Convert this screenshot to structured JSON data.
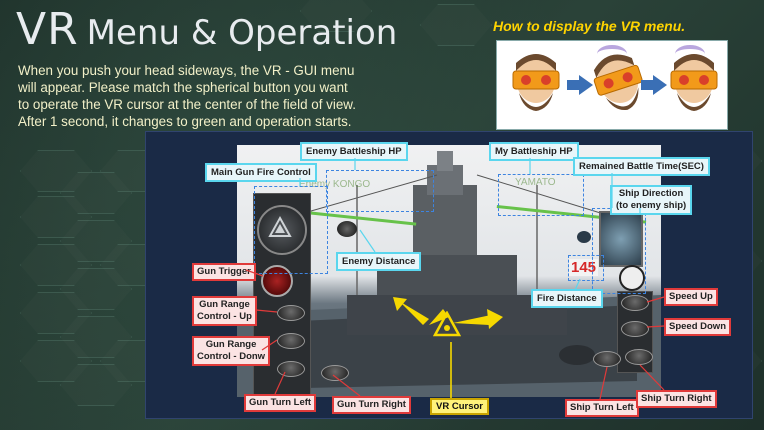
{
  "title": {
    "vr": "VR",
    "rest": "Menu & Operation"
  },
  "instructions": [
    "When you push your head sideways, the VR - GUI menu",
    "will appear. Please match the spherical button you want",
    "to operate the VR cursor at the center of the field of view.",
    "After 1 second, it changes to green and operation starts."
  ],
  "howto": {
    "title": "How to display the VR menu."
  },
  "hud": {
    "enemy_hp_text": "Enemy KONGO",
    "my_hp_text": "YAMATO",
    "distance_value": "145"
  },
  "callouts": {
    "main_gun": "Main Gun Fire Control",
    "enemy_hp": "Enemy Battleship HP",
    "my_hp": "My Battleship HP",
    "remaining_time": "Remained Battle Time(SEC)",
    "ship_direction_1": "Ship Direction",
    "ship_direction_2": "(to enemy ship)",
    "enemy_distance": "Enemy Distance",
    "fire_distance": "Fire Distance",
    "gun_trigger": "Gun Trigger",
    "gun_range_up_1": "Gun Range",
    "gun_range_up_2": "Control - Up",
    "gun_range_down_1": "Gun Range",
    "gun_range_down_2": "Control - Donw",
    "gun_turn_left": "Gun Turn Left",
    "gun_turn_right": "Gun Turn Right",
    "vr_cursor": "VR Cursor",
    "speed_up": "Speed Up",
    "speed_down": "Speed Down",
    "ship_turn_left": "Ship Turn Left",
    "ship_turn_right": "Ship Turn Right"
  },
  "colors": {
    "instruction_text": "#f2f0c8",
    "howto_title": "#ffd400",
    "callout_border": "#5ad6ee",
    "button_callout_border": "#e03a3a",
    "cursor_callout": "#fff27a",
    "pointer_arrow": "#f6d800"
  }
}
